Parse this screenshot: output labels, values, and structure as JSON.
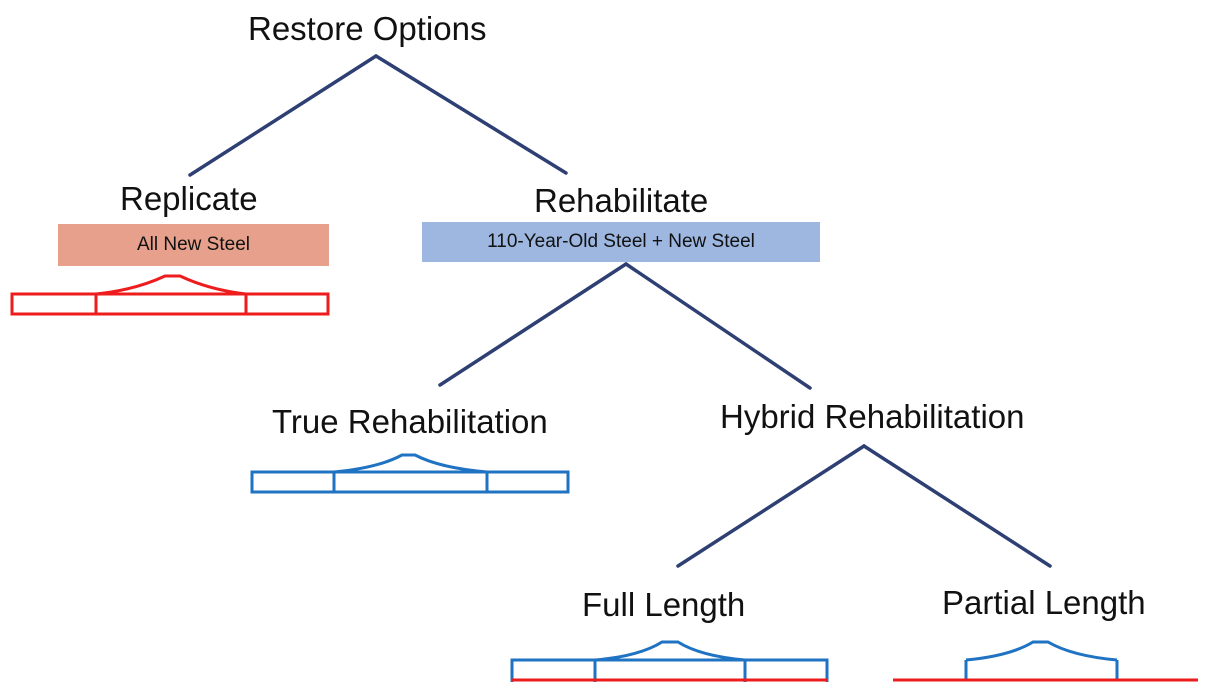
{
  "diagram": {
    "root": "Restore Options",
    "replicate": {
      "label": "Replicate",
      "tag": "All New Steel"
    },
    "rehabilitate": {
      "label": "Rehabilitate",
      "tag": "110-Year-Old Steel + New Steel"
    },
    "true_rehab": {
      "label": "True Rehabilitation"
    },
    "hybrid_rehab": {
      "label": "Hybrid Rehabilitation"
    },
    "full_length": {
      "label": "Full Length"
    },
    "partial_length": {
      "label": "Partial Length"
    }
  },
  "colors": {
    "connector": "#2e3f73",
    "new_steel": "#ee1c1c",
    "old_steel": "#1f73c2",
    "replicate_tag_bg": "#e6a08c",
    "rehab_tag_bg": "#9db7e0"
  }
}
